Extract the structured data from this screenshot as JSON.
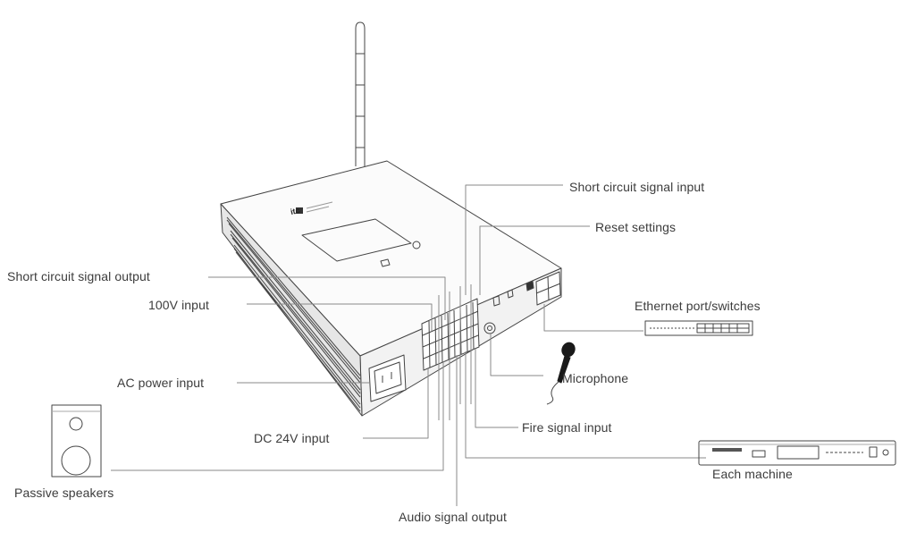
{
  "diagram": {
    "labels": {
      "short_circuit_input": "Short circuit signal input",
      "reset_settings": "Reset settings",
      "short_circuit_output": "Short circuit signal output",
      "input_100v": "100V input",
      "ethernet": "Ethernet port/switches",
      "ac_power": "AC power input",
      "microphone": "Microphone",
      "fire_signal": "Fire signal input",
      "dc_24v": "DC 24V input",
      "each_machine": "Each machine",
      "passive_speakers": "Passive speakers",
      "audio_output": "Audio signal output"
    },
    "device_logo": "itc"
  }
}
